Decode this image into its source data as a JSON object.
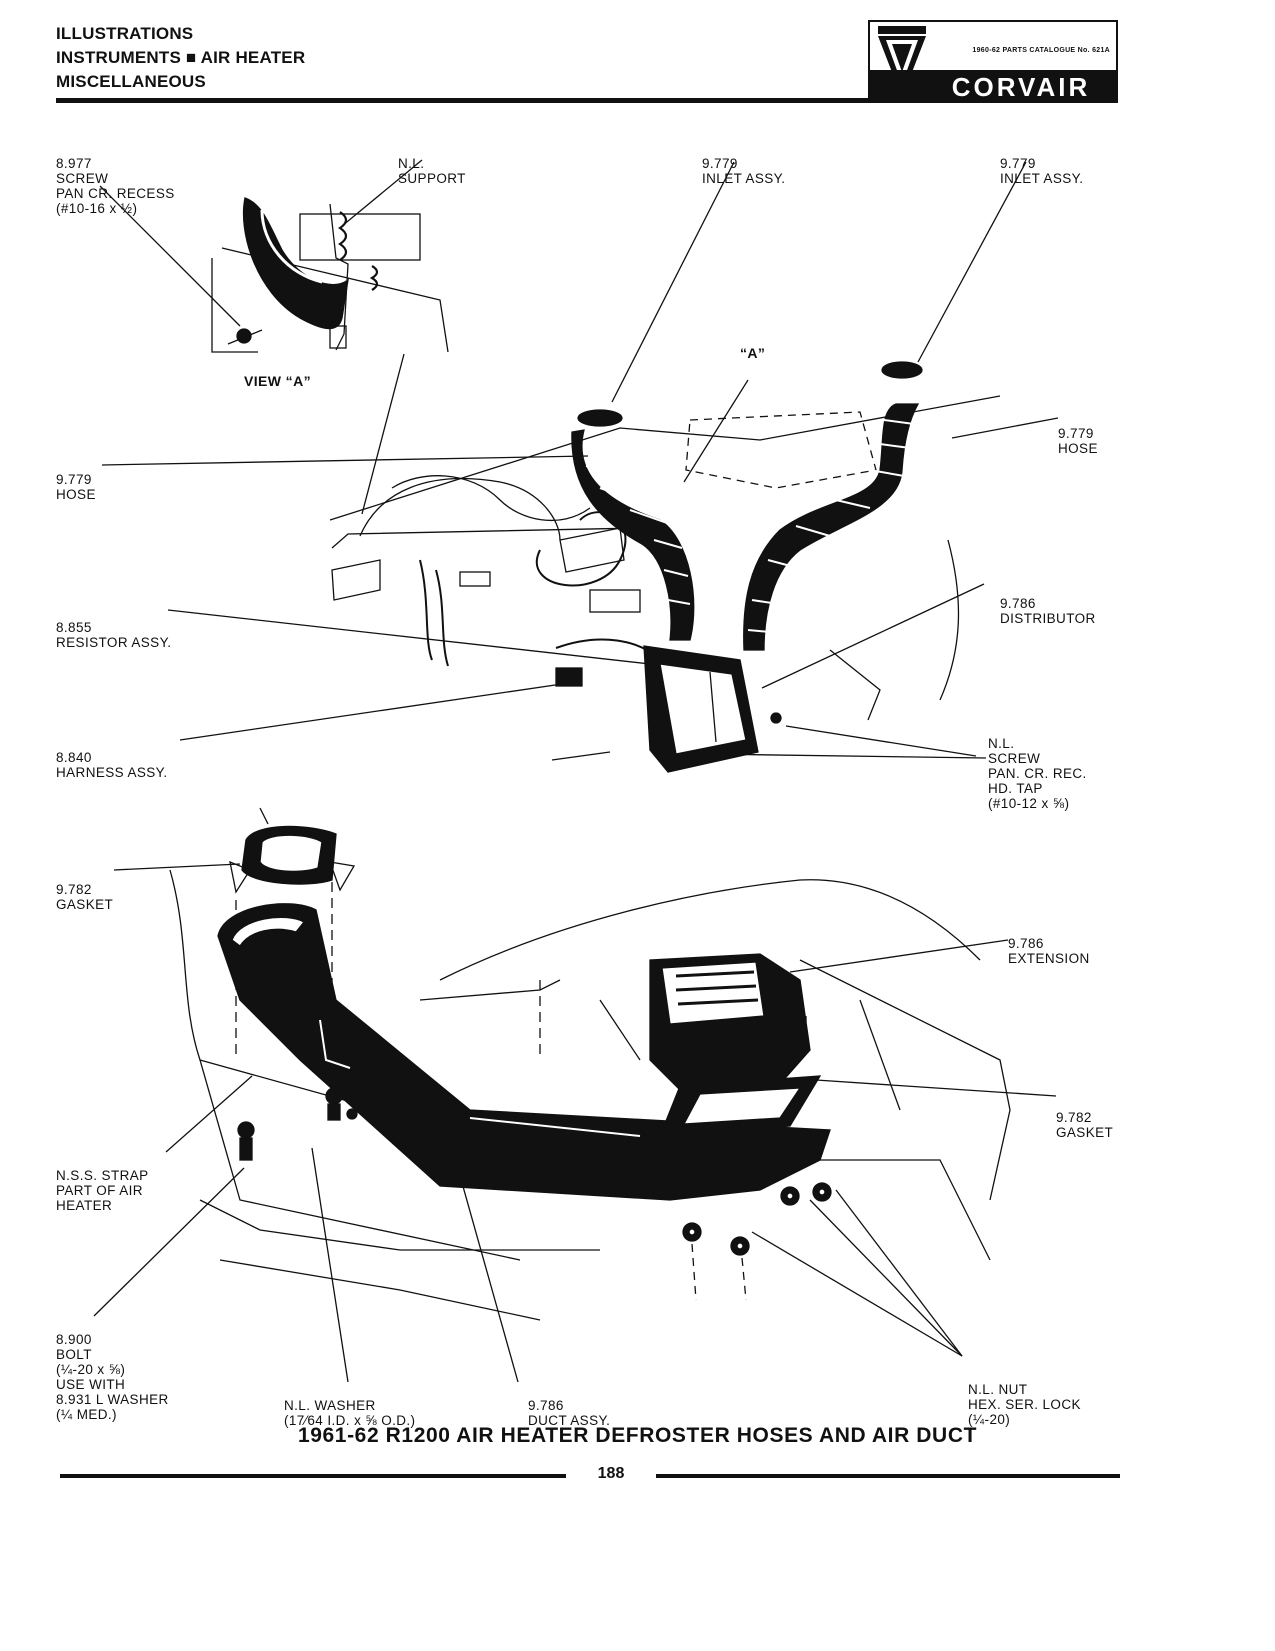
{
  "header": {
    "lines": [
      "ILLUSTRATIONS",
      "INSTRUMENTS ■ AIR HEATER",
      "MISCELLANEOUS"
    ],
    "catalogue": "1960-62 PARTS CATALOGUE No. 621A",
    "brand": "CORVAIR"
  },
  "labels": {
    "screw_top": [
      "8.977",
      "SCREW",
      "PAN CR. RECESS",
      "(#10-16 x ½)"
    ],
    "support": [
      "N.L.",
      "SUPPORT"
    ],
    "inlet_left": [
      "9.779",
      "INLET ASSY."
    ],
    "inlet_right": [
      "9.779",
      "INLET ASSY."
    ],
    "view_a": "VIEW “A”",
    "a_marker": "“A”",
    "hose_right": [
      "9.779",
      "HOSE"
    ],
    "hose_left": [
      "9.779",
      "HOSE"
    ],
    "distributor": [
      "9.786",
      "DISTRIBUTOR"
    ],
    "resistor": [
      "8.855",
      "RESISTOR ASSY."
    ],
    "harness": [
      "8.840",
      "HARNESS ASSY."
    ],
    "screw_mid": [
      "N.L.",
      "SCREW",
      "PAN. CR. REC.",
      "HD. TAP",
      "(#10-12 x ⅝)"
    ],
    "gasket_top": [
      "9.782",
      "GASKET"
    ],
    "extension": [
      "9.786",
      "EXTENSION"
    ],
    "gasket_right": [
      "9.782",
      "GASKET"
    ],
    "strap": [
      "N.S.S. STRAP",
      "PART OF AIR",
      "HEATER"
    ],
    "bolt": [
      "8.900",
      "BOLT",
      "(¼-20 x ⅝)",
      "USE WITH",
      "8.931 L WASHER",
      "(¼ MED.)"
    ],
    "washer": [
      "N.L. WASHER",
      "(17⁄64 I.D. x ⅝ O.D.)"
    ],
    "duct": [
      "9.786",
      "DUCT ASSY."
    ],
    "nut": [
      "N.L. NUT",
      "HEX. SER. LOCK",
      "(¼-20)"
    ]
  },
  "caption": "1961-62 R1200 AIR HEATER DEFROSTER HOSES AND AIR DUCT",
  "page_number": "188"
}
